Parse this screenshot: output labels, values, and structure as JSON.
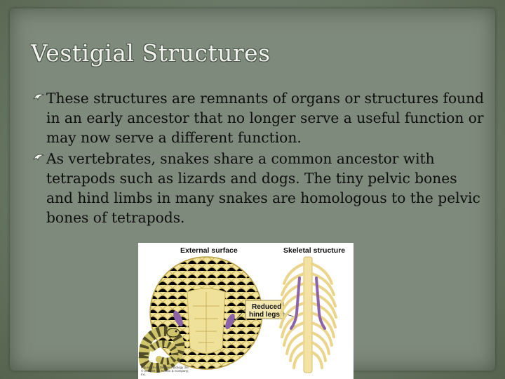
{
  "slide": {
    "title": "Vestigial Structures",
    "bullets": [
      {
        "text": "These structures are remnants of organs or structures found in an early ancestor that no longer serve a useful function or may now serve a different function.",
        "icon": "bird-bullet-icon"
      },
      {
        "text": "As vertebrates, snakes share  a common ancestor with tetrapods such as  lizards and dogs. The tiny pelvic bones and hind limbs in many snakes are homologous to the pelvic bones of tetrapods.",
        "icon": "bird-bullet-icon"
      }
    ]
  },
  "figure": {
    "external_label": "External surface",
    "skeletal_label": "Skeletal structure",
    "callout_label_line1": "Reduced",
    "callout_label_line2": "hind legs",
    "credit": "Figure 15-4b Discover Biology 3/e © 2006 W. W. Norton & Company, Inc.",
    "colors": {
      "scale_fill": "#f2e49a",
      "scale_stroke": "#c9b25a",
      "leg_color": "#8c63a8",
      "rib_color": "#f3e2a4",
      "snake_body": "#cfc46a",
      "snake_pattern": "#3b3a1c"
    }
  },
  "theme": {
    "background": "#7e8a7b",
    "title_color": "#f2f2ee",
    "text_color": "#0e0e0e"
  }
}
